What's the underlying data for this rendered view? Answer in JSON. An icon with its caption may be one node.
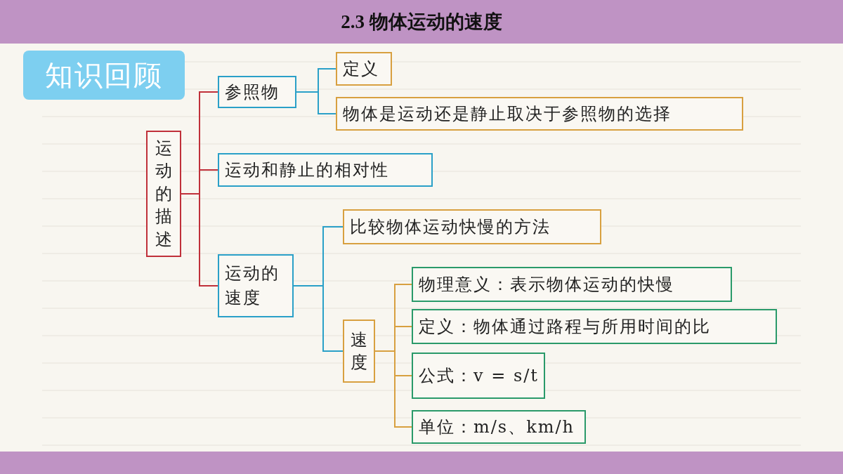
{
  "diagram": {
    "title": "2.3 物体运动的速度",
    "nodes": [
      {
        "text": [
          "运动的描述"
        ]
      },
      {
        "text": [
          "参照物"
        ]
      },
      {
        "text": [
          "定义"
        ]
      },
      {
        "text": [
          "物体是运动还是静止取决于参照物的选择"
        ]
      },
      {
        "text": [
          "运动和静止的相对性"
        ]
      },
      {
        "text": [
          "运动的速度"
        ]
      },
      {
        "text": [
          "比较物体运动快慢的方法"
        ]
      },
      {
        "text": [
          "速度"
        ]
      },
      {
        "text": [
          "物理意义：表示物体运动的快慢"
        ]
      },
      {
        "text": [
          "定义：物体通过路程与所用时间的比"
        ]
      },
      {
        "text": [
          "公式：v = s/t"
        ]
      },
      {
        "text": [
          "单位：m/s、km/h"
        ]
      }
    ],
    "edges": [
      {
        "from": 0,
        "to": 1,
        "arrow": "none",
        "color": "#c0303a"
      },
      {
        "from": 0,
        "to": 4,
        "arrow": "none",
        "color": "#c0303a"
      },
      {
        "from": 0,
        "to": 5,
        "arrow": "none",
        "color": "#c0303a"
      },
      {
        "from": 1,
        "to": 2,
        "arrow": "none",
        "color": "#2aa0c8"
      },
      {
        "from": 1,
        "to": 3,
        "arrow": "none",
        "color": "#2aa0c8"
      },
      {
        "from": 5,
        "to": 6,
        "arrow": "none",
        "color": "#2aa0c8"
      },
      {
        "from": 5,
        "to": 7,
        "arrow": "none",
        "color": "#2aa0c8"
      },
      {
        "from": 7,
        "to": 8,
        "arrow": "none",
        "color": "#d8a040"
      },
      {
        "from": 7,
        "to": 9,
        "arrow": "none",
        "color": "#d8a040"
      },
      {
        "from": 7,
        "to": 10,
        "arrow": "none",
        "color": "#d8a040"
      },
      {
        "from": 7,
        "to": 11,
        "arrow": "none",
        "color": "#d8a040"
      }
    ],
    "labels": [
      "知识回顾"
    ]
  }
}
